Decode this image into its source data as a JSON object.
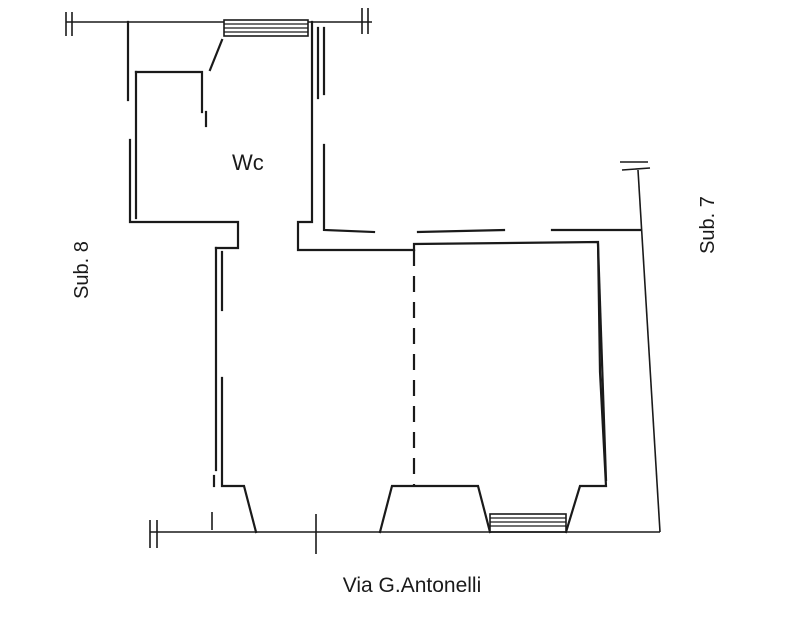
{
  "plan": {
    "rooms": {
      "wc_label": "Wc"
    },
    "neighbors": {
      "left": "Sub. 8",
      "right": "Sub. 7"
    },
    "street": "Via G.Antonelli"
  }
}
